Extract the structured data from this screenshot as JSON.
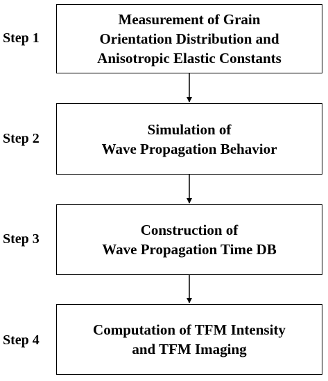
{
  "steps": [
    {
      "label": "Step 1",
      "text": "Measurement of Grain\nOrientation Distribution and\nAnisotropic Elastic Constants"
    },
    {
      "label": "Step 2",
      "text": "Simulation of\nWave Propagation Behavior"
    },
    {
      "label": "Step 3",
      "text": "Construction of\nWave Propagation Time DB"
    },
    {
      "label": "Step 4",
      "text": "Computation of TFM Intensity\nand TFM Imaging"
    }
  ]
}
